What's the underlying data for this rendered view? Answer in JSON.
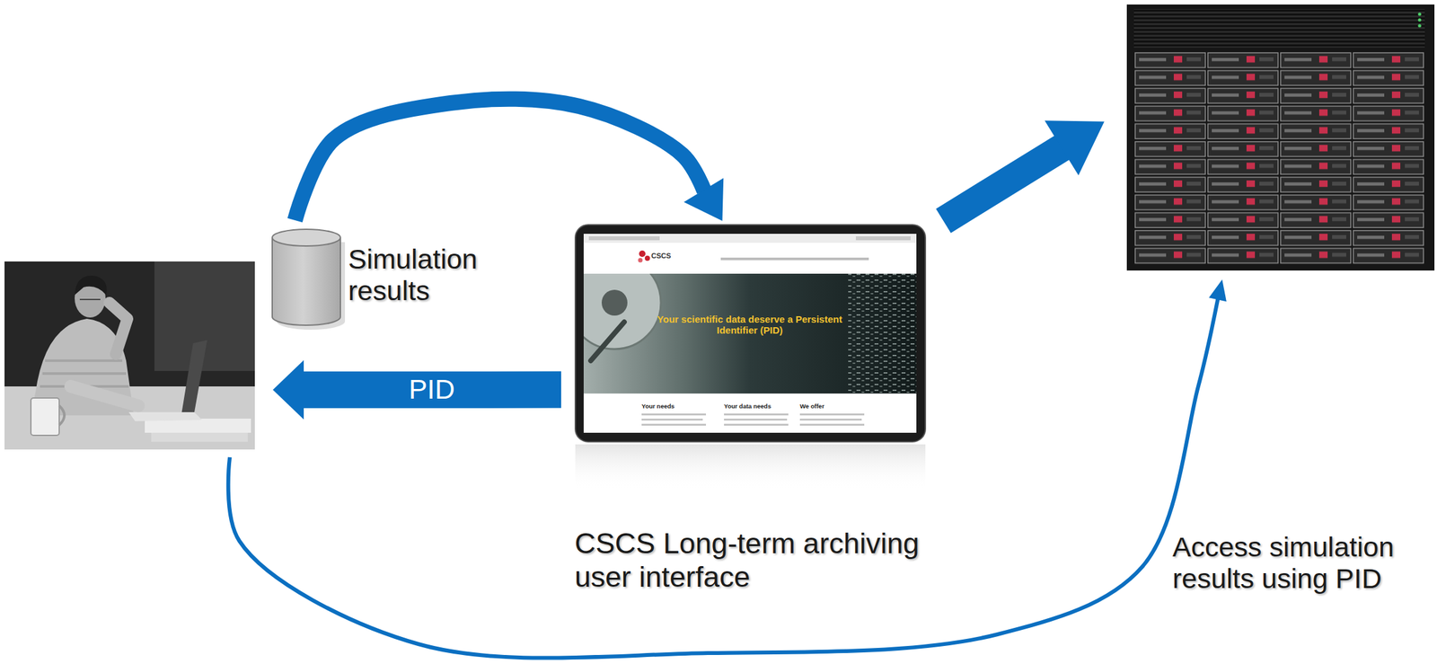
{
  "diagram": {
    "nodes": [
      {
        "text": []
      },
      {
        "text": [
          "Simulation results"
        ]
      },
      {
        "text": [
          "CSCS Long-term archiving user interface"
        ]
      },
      {
        "text": []
      }
    ],
    "edges": [
      {
        "from": 1,
        "to": 2,
        "arrow": "to"
      },
      {
        "from": 2,
        "to": 0,
        "arrow": "to",
        "label": "PID"
      },
      {
        "from": 2,
        "to": 3,
        "arrow": "to"
      },
      {
        "from": 0,
        "to": 3,
        "arrow": "to",
        "label": "Access simulation results using PID"
      }
    ],
    "labels": [
      "CSCS",
      "Your scientific data deserve a Persistent Identifier (PID)",
      "Your needs",
      "Your data needs",
      "We offer"
    ]
  }
}
